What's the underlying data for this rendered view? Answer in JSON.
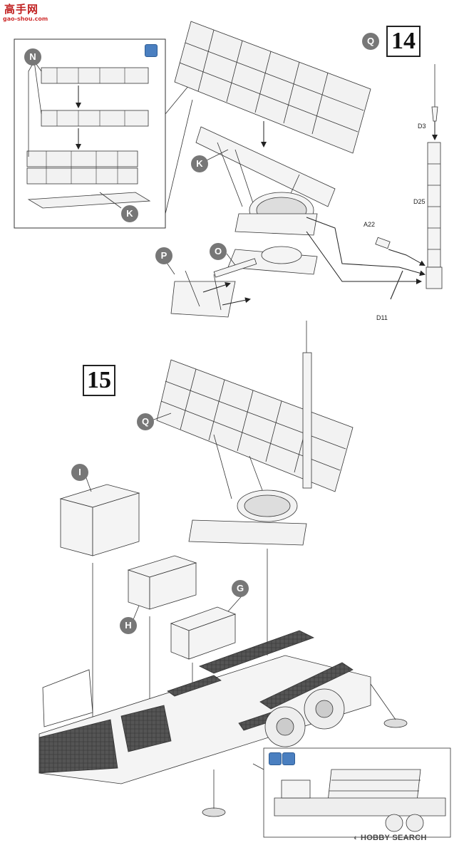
{
  "watermark": {
    "cn_text": "高手网",
    "url": "gao-shou.com"
  },
  "steps": {
    "step14": "14",
    "step15": "15"
  },
  "labels": {
    "Q_top": "Q",
    "N": "N",
    "K_inset": "K",
    "K_main": "K",
    "P": "P",
    "O": "O",
    "Q_step15": "Q",
    "I": "I",
    "H": "H",
    "G": "G"
  },
  "part_numbers": {
    "D3": "D3",
    "D25": "D25",
    "A22": "A22",
    "D11": "D11"
  },
  "footer": {
    "text": "HOBBY SEARCH"
  },
  "colors": {
    "line": "#333333",
    "fill": "#f4f4f4",
    "dark": "#555555",
    "badge": "#777777",
    "tool": "#4a7fc0"
  },
  "icons": {
    "paint_tool": "dropper-icon",
    "glue_tool": "glue-icon"
  }
}
